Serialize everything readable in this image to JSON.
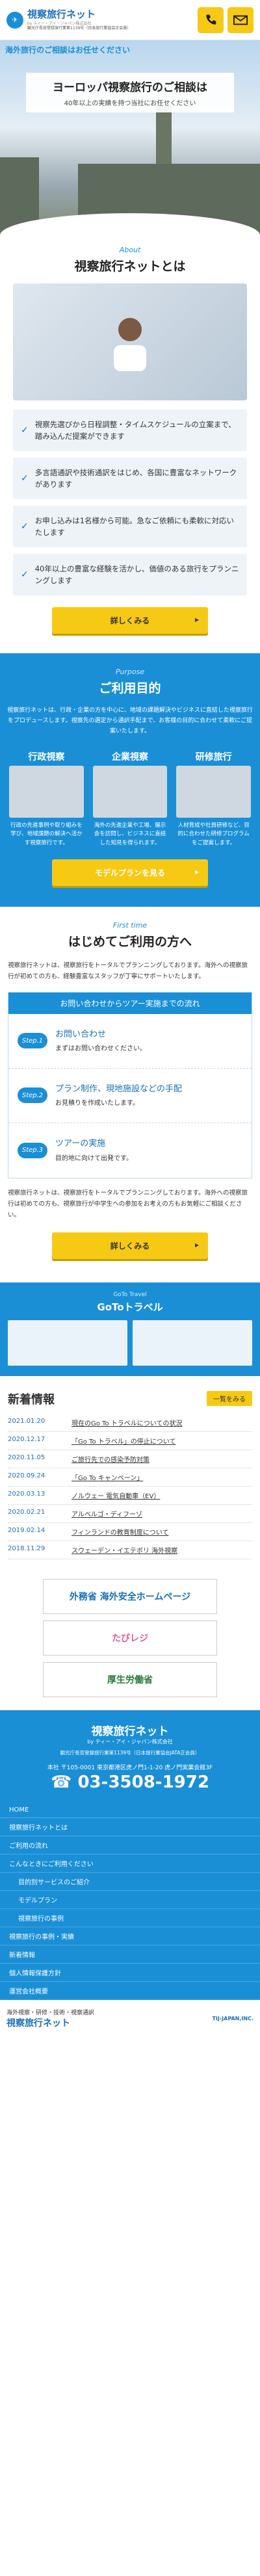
{
  "header": {
    "brand": "視察旅行ネット",
    "brand_sub": "by ティー・アイ・ジャパン株式会社",
    "license": "観光庁長官登録旅行業第1139号（日本旅行業協会正会員）",
    "phone_icon": "phone-icon",
    "mail_icon": "mail-icon"
  },
  "hero": {
    "badge": "海外旅行のご相談はお任せください",
    "title": "ヨーロッパ視察旅行のご相談は",
    "sub": "40年以上の実績を持つ当社にお任せください"
  },
  "about": {
    "label": "About",
    "title": "視察旅行ネットとは",
    "items": [
      "視察先選びから日程調整・タイムスケジュールの立案まで、踏み込んだ提案ができます",
      "多言語通訳や技術通訳をはじめ、各国に豊富なネットワークがあります",
      "お申し込みは1名様から可能。急なご依頼にも柔軟に対応いたします",
      "40年以上の豊富な経験を活かし、価値のある旅行をプランニングします"
    ],
    "button": "詳しくみる"
  },
  "purpose": {
    "label": "Purpose",
    "title": "ご利用目的",
    "text": "視察旅行ネットは、行政・企業の方を中心に、地域の課題解決やビジネスに直結した視察旅行をプロデュースします。視察先の選定から通訳手配まで、お客様の目的に合わせて柔軟にご提案いたします。",
    "cards": [
      {
        "label": "行政視察",
        "text": "行政の先進事例や取り組みを学び、地域課題の解決へ活かす視察旅行です。"
      },
      {
        "label": "企業視察",
        "text": "海外の先進企業や工場、展示会を訪問し、ビジネスに直結した知見を得られます。"
      },
      {
        "label": "研修旅行",
        "text": "人材育成や社員研修など、目的に合わせた研修プログラムをご提案します。"
      }
    ],
    "button": "モデルプランを見る"
  },
  "first": {
    "label": "First time",
    "title": "はじめてご利用の方へ",
    "text": "視察旅行ネットは、視察旅行をトータルでプランニングしております。海外への視察旅行が初めての方も、経験豊富なスタッフが丁寧にサポートいたします。",
    "flow_title": "お問い合わせからツアー実施までの流れ",
    "steps": [
      {
        "badge": "Step.1",
        "main": "お問い合わせ",
        "sub": "まずはお問い合わせください。"
      },
      {
        "badge": "Step.2",
        "main": "プラン制作、現地施設などの手配",
        "sub": "お見積りを作成いたします。"
      },
      {
        "badge": "Step.3",
        "main": "ツアーの実施",
        "sub": "目的地に向けて出発です。"
      }
    ],
    "after": "視察旅行ネットは、視察旅行をトータルでプランニングしております。海外への視察旅行は初めての方も、視察旅行が中学生への参加をお考えの方もお気軽にご相談ください。",
    "button": "詳しくみる"
  },
  "goto": {
    "label": "GoTo Travel",
    "title": "GoToトラベル"
  },
  "news": {
    "title": "新着情報",
    "more": "一覧をみる",
    "items": [
      {
        "date": "2021.01.20",
        "title": "現在のGo To トラベルについての状況"
      },
      {
        "date": "2020.12.17",
        "title": "「Go To トラベル」の停止について"
      },
      {
        "date": "2020.11.05",
        "title": "ご旅行先での感染予防対策"
      },
      {
        "date": "2020.09.24",
        "title": "「Go To キャンペーン」"
      },
      {
        "date": "2020.03.13",
        "title": "ノルウェー 電気自動車（EV）"
      },
      {
        "date": "2020.02.21",
        "title": "アルベルゴ・ディフーゾ"
      },
      {
        "date": "2019.02.14",
        "title": "フィンランドの教育制度について"
      },
      {
        "date": "2018.11.29",
        "title": "スウェーデン・イエテボリ 海外視察"
      }
    ]
  },
  "banners": [
    "外務省 海外安全ホームページ",
    "たびレジ",
    "厚生労働省"
  ],
  "footer": {
    "brand": "視察旅行ネット",
    "brand_sub": "by ティー・アイ・ジャパン株式会社",
    "license": "観光庁長官登録旅行業第1139号（日本旅行業協会JATA正会員）",
    "address": "本社 〒105-0001 東京都港区虎ノ門1-1-20 虎ノ門実業会館3F",
    "tel": "03-3508-1972",
    "nav": [
      {
        "label": "HOME",
        "sub": false
      },
      {
        "label": "視察旅行ネットとは",
        "sub": false
      },
      {
        "label": "ご利用の流れ",
        "sub": false
      },
      {
        "label": "こんなときにご利用ください",
        "sub": false
      },
      {
        "label": "目的別サービスのご紹介",
        "sub": true
      },
      {
        "label": "モデルプラン",
        "sub": true
      },
      {
        "label": "視察旅行の事例",
        "sub": true
      },
      {
        "label": "視察旅行の事例・実績",
        "sub": false
      },
      {
        "label": "新着情報",
        "sub": false
      },
      {
        "label": "個人情報保護方針",
        "sub": false
      },
      {
        "label": "運営会社概要",
        "sub": false
      }
    ],
    "bottom_left": "海外視察・研修・技術・視察通訳",
    "bottom_title": "視察旅行ネット",
    "bottom_right": "TIJ-JAPAN,INC."
  },
  "colors": {
    "primary": "#1a8fd6",
    "accent": "#f6c915"
  }
}
